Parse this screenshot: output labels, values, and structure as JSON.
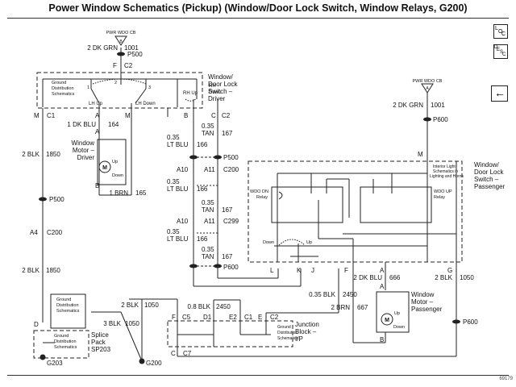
{
  "title": "Power Window Schematics (Pickup) (Window/Door Lock Switch, Window Relays, G200)",
  "figure_id": "69179",
  "nav": {
    "loc_label": "LOC",
    "desc_label": "DESC",
    "back_label": "←"
  },
  "labels": {
    "pwr_wdo_cb": "PWR WDO CB",
    "fuse_b": "B",
    "fuse_a": "A",
    "dk_grn_2": "2 DK GRN",
    "c1001": "1001",
    "p500": "P500",
    "p600": "P600",
    "f": "F",
    "c2": "C2",
    "c1": "C1",
    "m": "M",
    "a": "A",
    "b": "B",
    "c": "C",
    "d": "D",
    "e": "E",
    "g": "G",
    "j": "J",
    "k": "K",
    "l": "L",
    "ground_dist": [
      "Ground",
      "Distribution",
      "Schematics"
    ],
    "lh_up": "LH Up",
    "lh_down": "LH Down",
    "rh_up": "RH Up",
    "rh_down": [
      "RH",
      "Down"
    ],
    "sw_1": "1",
    "sw_2": "2",
    "sw_3": "3",
    "driver_switch": [
      "Window/",
      "Door Lock",
      "Switch –",
      "Driver"
    ],
    "dk_blu_1": "1 DK BLU",
    "c164": "164",
    "motor_driver": [
      "Window",
      "Motor –",
      "Driver"
    ],
    "motor_m": "M",
    "up": "Up",
    "down": "Down",
    "brn_1": "1 BRN",
    "c165": "165",
    "blk_2": "2 BLK",
    "c1850": "1850",
    "a4": "A4",
    "c200": "C200",
    "c299": "C299",
    "a10": "A10",
    "a11": "A11",
    "w035": "0.35",
    "tan": "TAN",
    "lt_blu": "LT BLU",
    "c167": "167",
    "c166": "166",
    "pass_switch": [
      "Window/",
      "Door Lock",
      "Switch –",
      "Passenger"
    ],
    "interior_light": [
      "Interior Light",
      "Schematics in",
      "Lighting and Horns"
    ],
    "wdo_dn_relay": [
      "WDO DN",
      "Relay"
    ],
    "wdo_up_relay": [
      "WDO UP",
      "Relay"
    ],
    "dk_blu_2": "2 DK BLU",
    "c666": "666",
    "brn_2": "2 BRN",
    "c667": "667",
    "c1050": "1050",
    "motor_pass": [
      "Window",
      "Motor –",
      "Passenger"
    ],
    "blk_035": "0.35 BLK",
    "c2450": "2450",
    "blk_08": "0.8 BLK",
    "blk_3": "3 BLK",
    "c5": "C5",
    "c7": "C7",
    "d1": "D1",
    "e2": "E2",
    "junction_block": [
      "Junction",
      "Block –",
      "I/P"
    ],
    "splice_pack": [
      "Splice",
      "Pack",
      "SP203"
    ],
    "g203": "G203",
    "g200": "G200"
  }
}
